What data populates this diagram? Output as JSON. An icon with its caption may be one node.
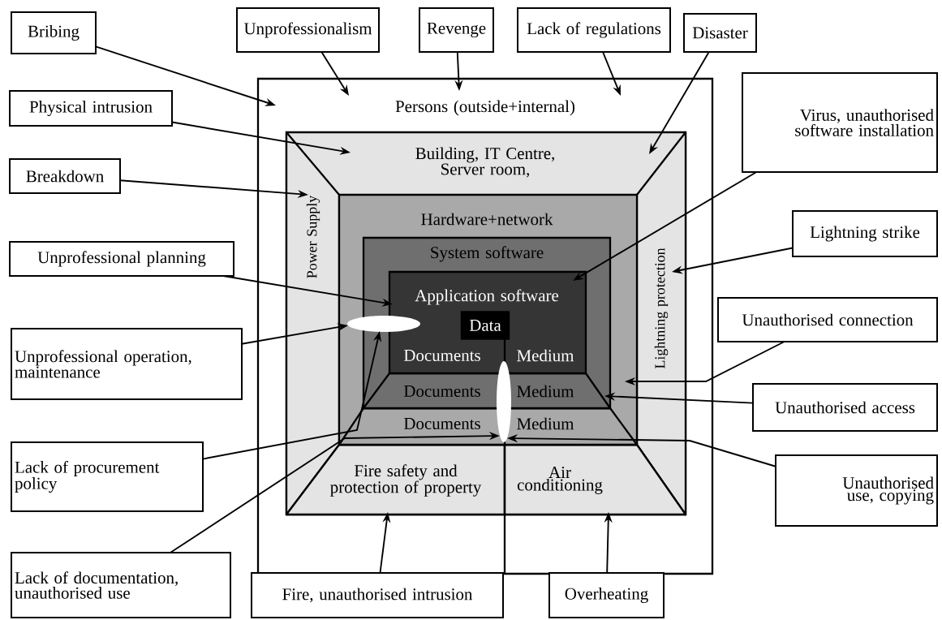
{
  "diagram": {
    "nodes": [
      {
        "text": [
          "Bribing"
        ]
      },
      {
        "text": [
          "Unprofessionalism"
        ]
      },
      {
        "text": [
          "Revenge"
        ]
      },
      {
        "text": [
          "Lack of regulations"
        ]
      },
      {
        "text": [
          "Disaster"
        ]
      },
      {
        "text": [
          "Persons (outside+internal)"
        ]
      },
      {
        "text": [
          "Building, IT Centre, Server room,"
        ],
        "in": 5
      },
      {
        "text": [
          "Power Supply"
        ],
        "in": 6
      },
      {
        "text": [
          "Lightning protection"
        ],
        "in": 6
      },
      {
        "text": [
          "Hardware+network",
          "Documents",
          "Medium"
        ],
        "in": 6
      },
      {
        "text": [
          "System software",
          "Documents",
          "Medium"
        ],
        "in": 9
      },
      {
        "text": [
          "Application software",
          "Documents",
          "Medium"
        ],
        "in": 10
      },
      {
        "text": [
          "Data"
        ],
        "in": 11
      },
      {
        "text": [],
        "shape": "ellipse",
        "in": 9
      },
      {
        "text": [],
        "shape": "ellipse",
        "in": 9
      },
      {
        "text": [
          "Fire safety and protection of property"
        ],
        "in": 6
      },
      {
        "text": [
          "Air conditioning"
        ],
        "in": 6
      },
      {
        "text": [
          "Physical intrusion"
        ]
      },
      {
        "text": [
          "Virus, unauthorised software installation"
        ]
      },
      {
        "text": [
          "Breakdown"
        ]
      },
      {
        "text": [
          "Lightning strike"
        ]
      },
      {
        "text": [
          "Unprofessional planning"
        ]
      },
      {
        "text": [
          "Unauthorised connection"
        ]
      },
      {
        "text": [
          "Unprofessional operation, maintenance"
        ]
      },
      {
        "text": [
          "Unauthorised access"
        ]
      },
      {
        "text": [
          "Lack of procurement policy"
        ]
      },
      {
        "text": [
          "Unauthorised use, copying"
        ]
      },
      {
        "text": [
          "Lack of documentation, unauthorised use"
        ]
      },
      {
        "text": [
          "Fire, unauthorised intrusion"
        ]
      },
      {
        "text": [
          "Overheating"
        ]
      }
    ],
    "edges": [
      {
        "from": 0,
        "to": 5,
        "arrow": "to"
      },
      {
        "from": 1,
        "to": 5,
        "arrow": "to"
      },
      {
        "from": 2,
        "to": 5,
        "arrow": "to"
      },
      {
        "from": 3,
        "to": 5,
        "arrow": "to"
      },
      {
        "from": 4,
        "to": 6,
        "arrow": "to"
      },
      {
        "from": 17,
        "to": 6,
        "arrow": "to"
      },
      {
        "from": 18,
        "to": 11,
        "arrow": "to"
      },
      {
        "from": 19,
        "to": 7,
        "arrow": "to"
      },
      {
        "from": 20,
        "to": 8,
        "arrow": "to"
      },
      {
        "from": 21,
        "to": 11,
        "arrow": "to"
      },
      {
        "from": 22,
        "to": 9,
        "arrow": "to"
      },
      {
        "from": 23,
        "to": 13,
        "arrow": "to"
      },
      {
        "from": 24,
        "to": 10,
        "arrow": "to"
      },
      {
        "from": 25,
        "to": 13,
        "arrow": "to"
      },
      {
        "from": 26,
        "to": 14,
        "arrow": "to"
      },
      {
        "from": 27,
        "to": 14,
        "arrow": "to"
      },
      {
        "from": 28,
        "to": 15,
        "arrow": "to"
      },
      {
        "from": 29,
        "to": 16,
        "arrow": "to"
      }
    ]
  }
}
